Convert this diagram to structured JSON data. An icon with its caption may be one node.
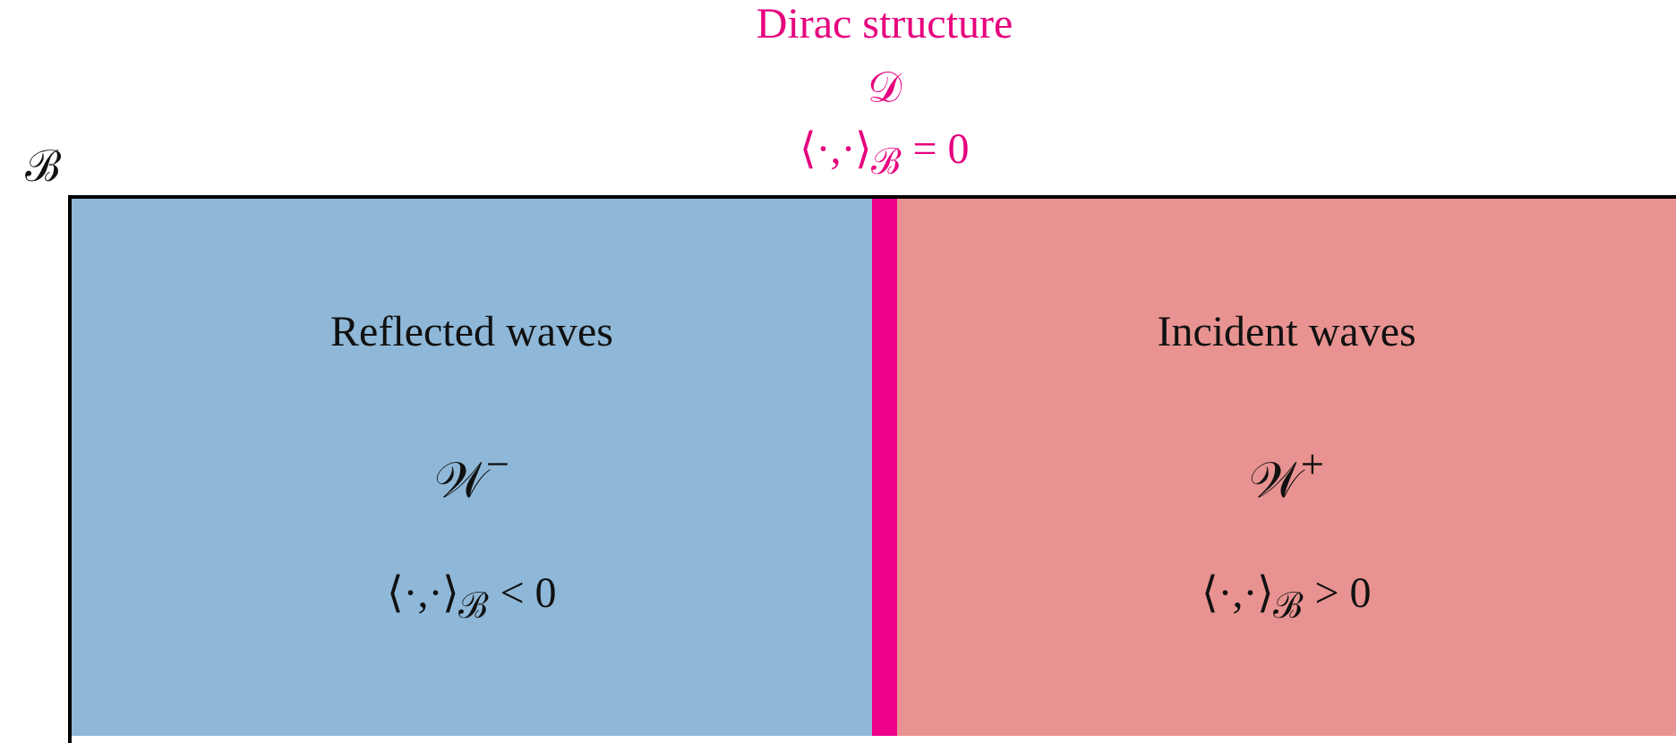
{
  "diagram": {
    "nodes": [
      {
        "text": [
          "ℬ"
        ]
      },
      {
        "text": [
          "Reflected waves",
          "𝒲$^{−}$",
          "⟨·,·⟩$_{ℬ}$ < 0"
        ],
        "in": 0
      },
      {
        "text": [
          "Dirac structure",
          "𝒟",
          "⟨·,·⟩$_{ℬ}$ = 0"
        ],
        "in": 0
      },
      {
        "text": [
          "Incident waves",
          "𝒲$^{+}$",
          "⟨·,·⟩$_{ℬ}$ > 0"
        ],
        "in": 0
      }
    ],
    "edges": []
  }
}
